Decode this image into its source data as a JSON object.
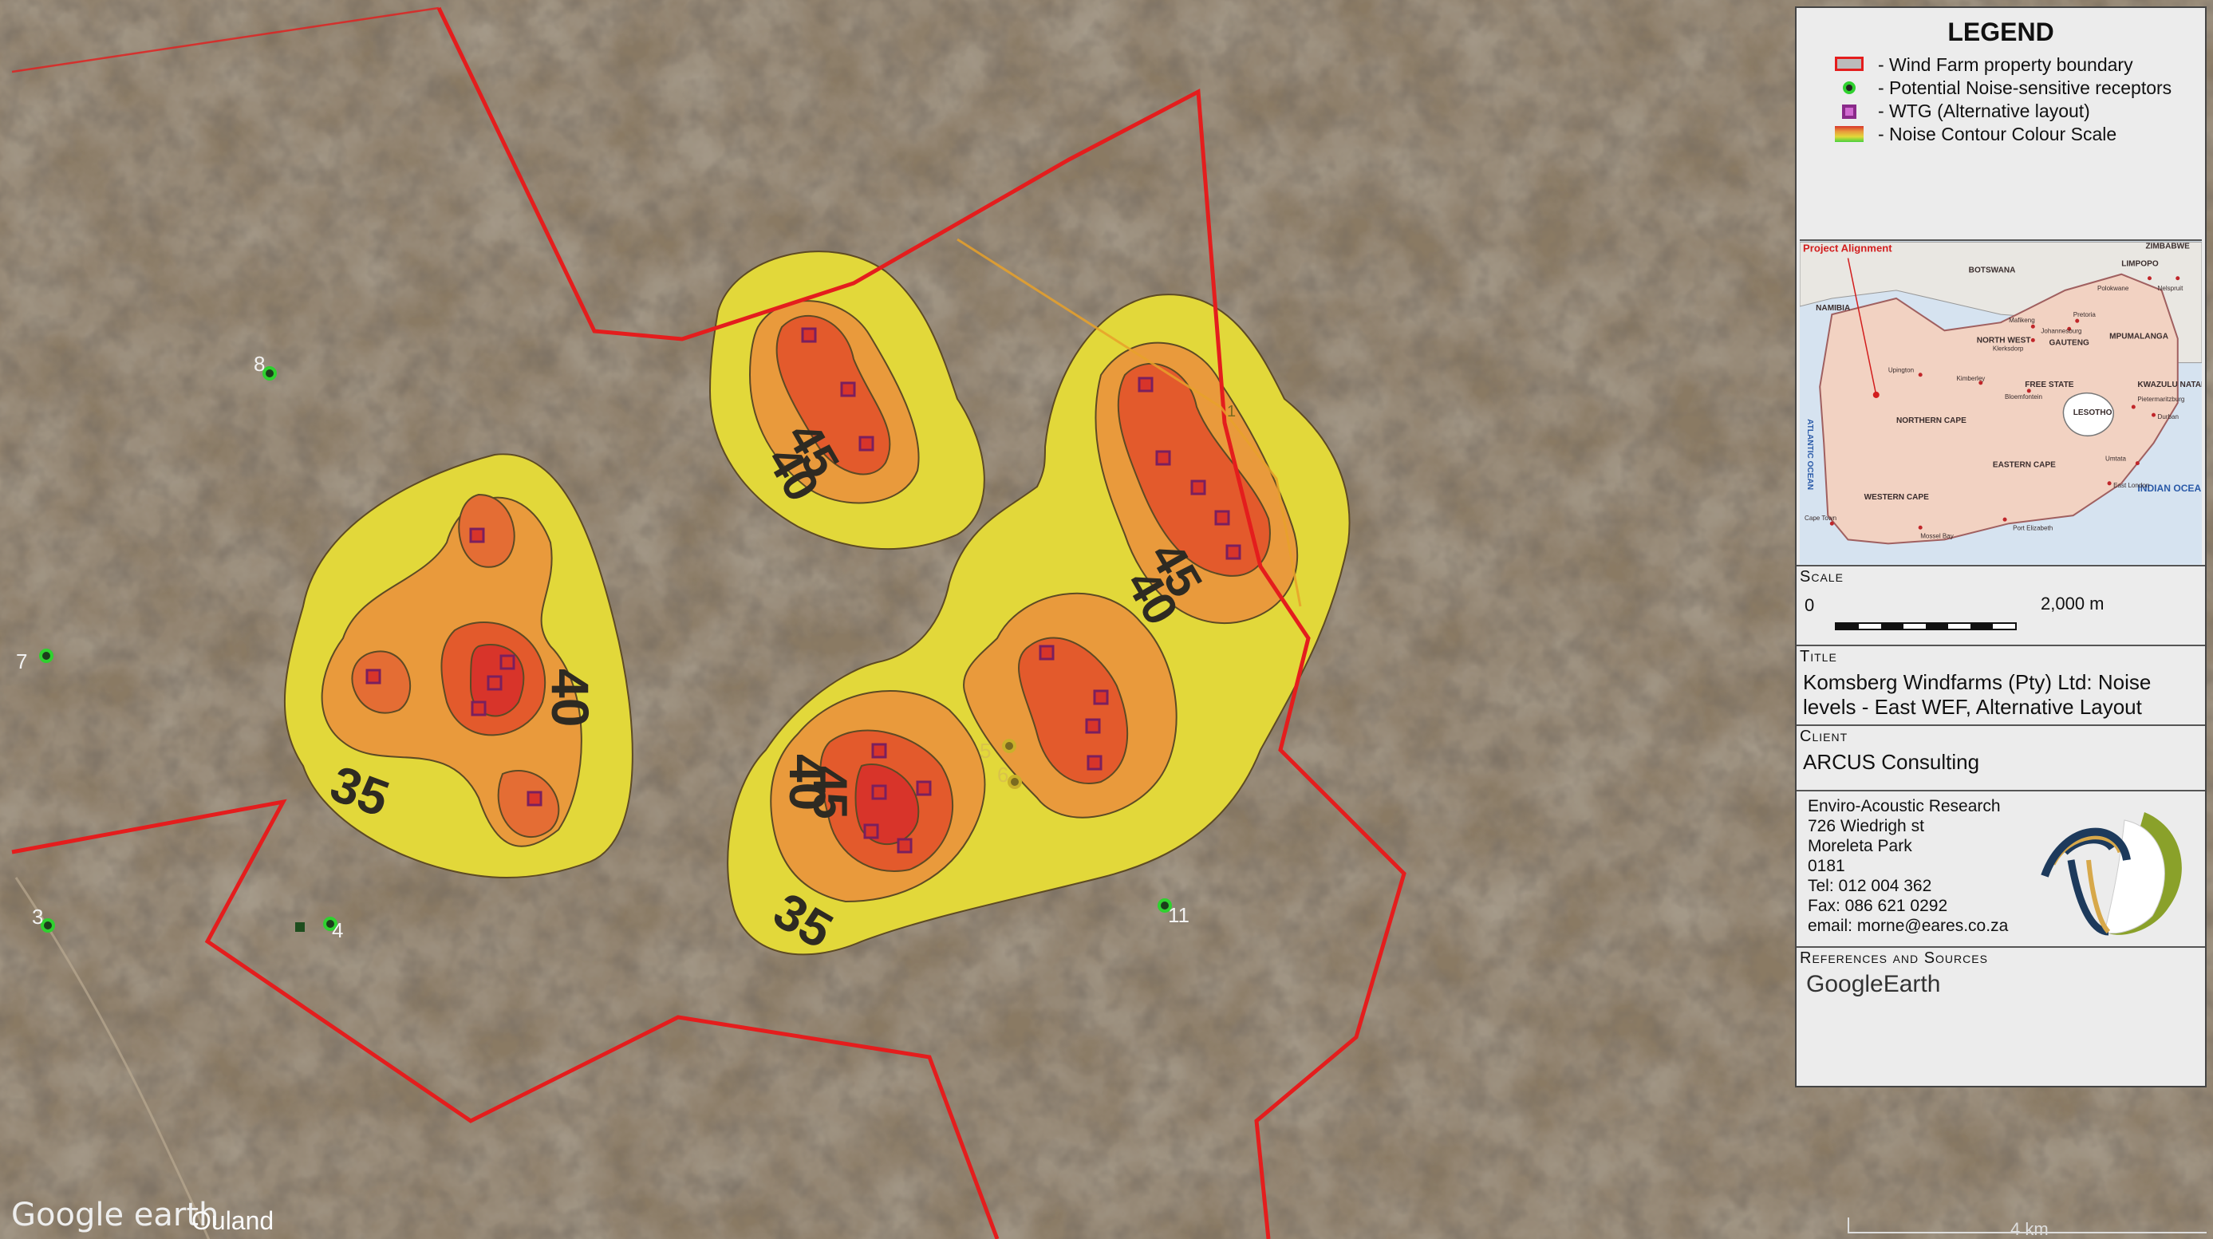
{
  "legend": {
    "title": "LEGEND",
    "items": [
      {
        "label": "- Wind Farm property boundary",
        "icon": "red-rectangle-icon"
      },
      {
        "label": "- Potential Noise-sensitive receptors",
        "icon": "green-circle-icon"
      },
      {
        "label": "- WTG (Alternative layout)",
        "icon": "purple-square-icon"
      },
      {
        "label": "- Noise Contour Colour Scale",
        "icon": "color-gradient-icon"
      }
    ]
  },
  "inset_map": {
    "project_label": "Project Alignment",
    "countries": [
      "ZIMBABWE",
      "BOTSWANA",
      "NAMIBIA",
      "LESOTHO"
    ],
    "oceans": [
      "ATLANTIC OCEAN",
      "INDIAN OCEAN"
    ],
    "provinces": [
      "LIMPOPO",
      "NORTH WEST",
      "GAUTENG",
      "MPUMALANGA",
      "FREE STATE",
      "KWAZULU NATAL",
      "NORTHERN CAPE",
      "EASTERN CAPE",
      "WESTERN CAPE"
    ],
    "cities": [
      "Polokwane",
      "Nelspruit",
      "Mafikeng",
      "Pretoria",
      "Johannesburg",
      "Klerksdorp",
      "Upington",
      "Kimberley",
      "Bloemfontein",
      "Pietermaritzburg",
      "Durban",
      "Umtata",
      "East London",
      "Cape Town",
      "Mossel Bay",
      "Port Elizabeth"
    ]
  },
  "scale": {
    "heading": "Scale",
    "start": "0",
    "end": "2,000 m"
  },
  "title_block": {
    "heading": "Title",
    "text_line1": "Komsberg Windfarms (Pty) Ltd: Noise",
    "text_line2": "levels - East WEF, Alternative Layout"
  },
  "client_block": {
    "heading": "Client",
    "text": "ARCUS Consulting"
  },
  "company": {
    "lines": [
      "Enviro-Acoustic Research",
      "726 Wiedrigh st",
      "Moreleta Park",
      "0181",
      "Tel: 012 004 362",
      "Fax: 086 621 0292",
      "email: morne@eares.co.za"
    ]
  },
  "references": {
    "heading": "References and Sources",
    "text": "GoogleEarth"
  },
  "map": {
    "contour_labels": [
      "45",
      "40",
      "45",
      "40",
      "40",
      "35",
      "40",
      "45",
      "35"
    ],
    "receptor_labels": [
      "8",
      "7",
      "3",
      "4",
      "11",
      "5",
      "6",
      "1"
    ],
    "google_logo": "Google earth",
    "town": "Ouland",
    "scale_bar": "4 km"
  },
  "colors": {
    "boundary": "#e41d1d",
    "receptor": "#2fd12f",
    "wtg": "#b03090",
    "contour_35": "#e5db3a",
    "contour_40": "#e99a3c",
    "contour_45": "#e25d2c",
    "contour_50": "#d8342a",
    "terrain": "#6b5e4e"
  }
}
